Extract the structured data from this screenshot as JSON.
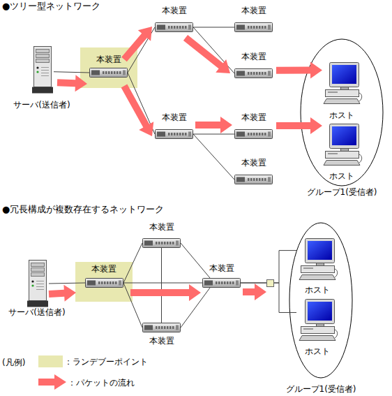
{
  "diagram": {
    "nodes": [
      {
        "text": [
          "サーバ(送信者)"
        ]
      },
      {
        "text": [
          "本装置"
        ]
      },
      {
        "text": [
          "本装置"
        ]
      },
      {
        "text": [
          "本装置"
        ]
      },
      {
        "text": [
          "本装置"
        ]
      },
      {
        "text": [
          "本装置"
        ]
      },
      {
        "text": [
          "本装置"
        ]
      },
      {
        "text": [
          "本装置"
        ]
      },
      {
        "text": [
          "グループ1(受信者)"
        ]
      },
      {
        "text": [
          "ホスト"
        ],
        "in": 8
      },
      {
        "text": [
          "ホスト"
        ],
        "in": 8
      },
      {
        "text": [
          "サーバ(送信者)"
        ]
      },
      {
        "text": [
          "本装置"
        ]
      },
      {
        "text": [
          "本装置"
        ]
      },
      {
        "text": [
          "本装置"
        ]
      },
      {
        "text": [
          "本装置"
        ]
      },
      {
        "text": [
          "グループ1(受信者)"
        ]
      },
      {
        "text": [
          "ホスト"
        ],
        "in": 16
      },
      {
        "text": [
          "ホスト"
        ],
        "in": 16
      }
    ],
    "edges": [
      {
        "from": 0,
        "to": 1,
        "arrow": "none"
      },
      {
        "from": 1,
        "to": 2,
        "arrow": "none"
      },
      {
        "from": 1,
        "to": 5,
        "arrow": "none"
      },
      {
        "from": 2,
        "to": 3,
        "arrow": "none"
      },
      {
        "from": 2,
        "to": 4,
        "arrow": "none"
      },
      {
        "from": 5,
        "to": 6,
        "arrow": "none"
      },
      {
        "from": 5,
        "to": 7,
        "arrow": "none"
      },
      {
        "from": 0,
        "to": 1,
        "arrow": "to"
      },
      {
        "from": 1,
        "to": 2,
        "arrow": "to"
      },
      {
        "from": 1,
        "to": 5,
        "arrow": "to"
      },
      {
        "from": 2,
        "to": 4,
        "arrow": "to"
      },
      {
        "from": 5,
        "to": 6,
        "arrow": "to"
      },
      {
        "from": 4,
        "to": 9,
        "arrow": "to"
      },
      {
        "from": 6,
        "to": 10,
        "arrow": "to"
      },
      {
        "from": 11,
        "to": 12,
        "arrow": "none"
      },
      {
        "from": 12,
        "to": 13,
        "arrow": "none"
      },
      {
        "from": 12,
        "to": 14,
        "arrow": "none"
      },
      {
        "from": 12,
        "to": 15,
        "arrow": "none"
      },
      {
        "from": 13,
        "to": 14,
        "arrow": "none"
      },
      {
        "from": 13,
        "to": 15,
        "arrow": "none"
      },
      {
        "from": 14,
        "to": 15,
        "arrow": "none"
      },
      {
        "from": 15,
        "to": 17,
        "arrow": "none"
      },
      {
        "from": 15,
        "to": 18,
        "arrow": "none"
      },
      {
        "from": 11,
        "to": 12,
        "arrow": "to"
      },
      {
        "from": 12,
        "to": 15,
        "arrow": "to"
      }
    ],
    "labels": [
      "●ツリー型ネットワーク",
      "●冗長構成が複数存在するネットワーク",
      "(凡例)"
    ],
    "legend": [
      {
        "text": "：ランデブーポイント",
        "color": "#e8e8b0"
      },
      {
        "text": "：パケットの流れ"
      }
    ]
  }
}
